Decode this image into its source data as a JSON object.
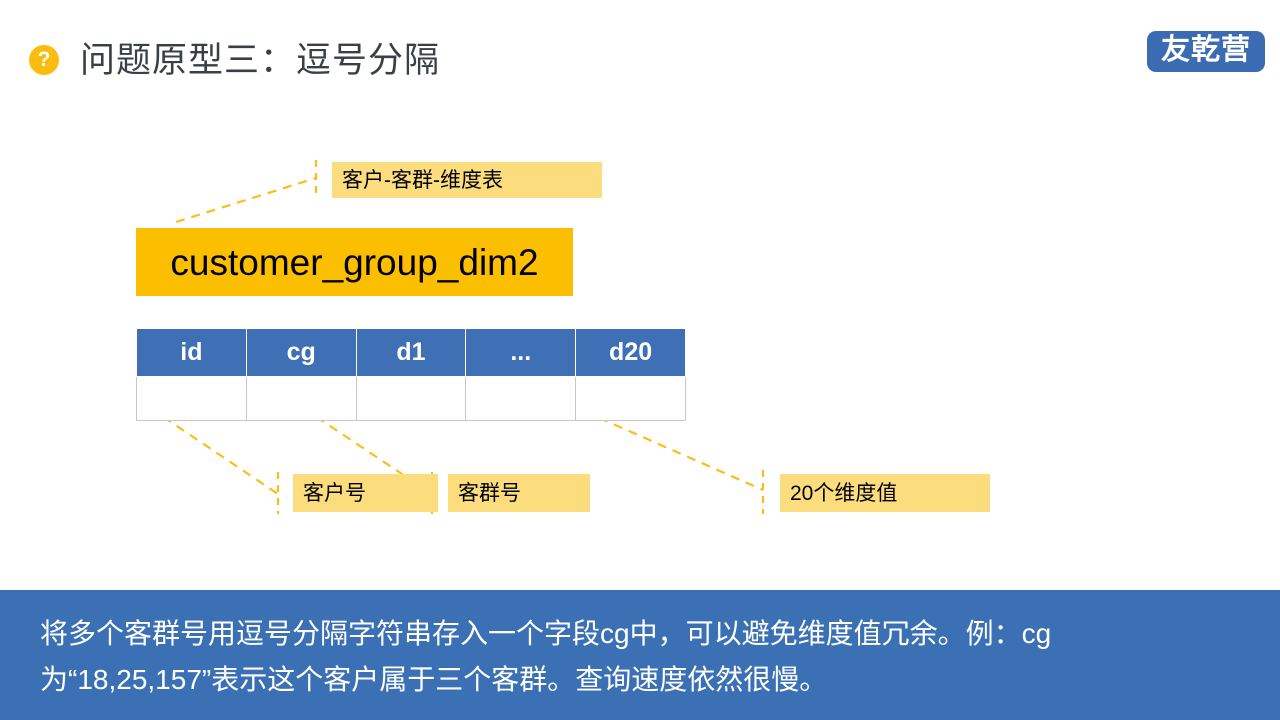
{
  "header": {
    "icon": "question-mark-circle-icon",
    "title": "问题原型三：逗号分隔",
    "logo_text": "友乾营",
    "logo_color": "#3b6cb3",
    "icon_color": "#fbbc10"
  },
  "diagram": {
    "table_label": "客户-客群-维度表",
    "table_name": "customer_group_dim2",
    "table_name_bg": "#fcbf00",
    "chip_bg": "#fbdd7e",
    "connector_color": "#fbbe18",
    "columns": [
      {
        "name": "id"
      },
      {
        "name": "cg"
      },
      {
        "name": "d1"
      },
      {
        "name": "..."
      },
      {
        "name": "d20"
      }
    ],
    "header_bg": "#3f6fb5",
    "annotations": [
      {
        "key": "id",
        "label": "客户号"
      },
      {
        "key": "cg",
        "label": "客群号"
      },
      {
        "key": "d20",
        "label": "20个维度值"
      }
    ]
  },
  "footer": {
    "bg": "#3b71b4",
    "line1": "将多个客群号用逗号分隔字符串存入一个字段cg中，可以避免维度值冗余。例：cg",
    "line2": "为“18,25,157”表示这个客户属于三个客群。查询速度依然很慢。"
  }
}
